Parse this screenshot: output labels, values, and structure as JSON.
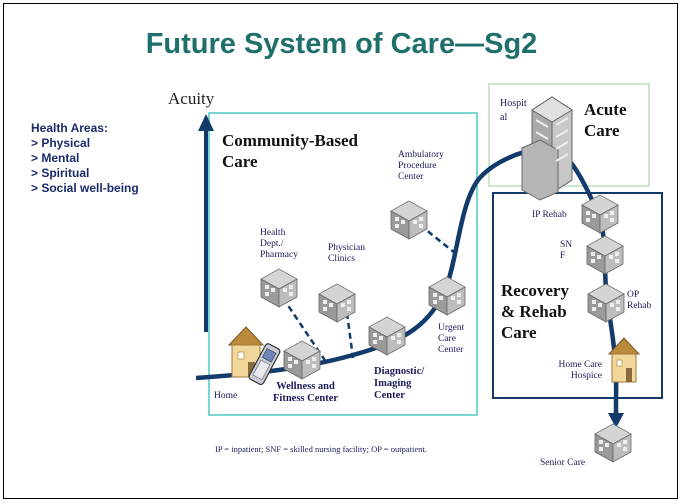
{
  "title": "Future System of Care—Sg2",
  "acuity_label": "Acuity",
  "health_areas": {
    "heading": "Health Areas:",
    "items": [
      "> Physical",
      "> Mental",
      "> Spiritual",
      "> Social well-being"
    ]
  },
  "boxes": {
    "community": [
      "Community-Based",
      "Care"
    ],
    "acute": [
      "Acute",
      "Care"
    ],
    "recovery": [
      "Recovery",
      "& Rehab",
      "Care"
    ]
  },
  "nodes": {
    "home": "Home",
    "wellness": [
      "Wellness and",
      "Fitness Center"
    ],
    "health_dept": [
      "Health",
      "Dept./",
      "Pharmacy"
    ],
    "physician": [
      "Physician",
      "Clinics"
    ],
    "ambulatory": [
      "Ambulatory",
      "Procedure",
      "Center"
    ],
    "diagnostic": [
      "Diagnostic/",
      "Imaging",
      "Center"
    ],
    "urgent": [
      "Urgent",
      "Care",
      "Center"
    ],
    "hospital": [
      "Hospit",
      "al"
    ],
    "ip_rehab": "IP Rehab",
    "snf": [
      "SN",
      "F"
    ],
    "op_rehab": [
      "OP",
      "Rehab"
    ],
    "home_care": [
      "Home Care",
      "Hospice"
    ],
    "senior_care": "Senior Care"
  },
  "footnote": "IP = inpatient; SNF = skilled nursing facility; OP = outpatient.",
  "colors": {
    "title": "#1f6f6a",
    "path": "#123a6a",
    "community_border": "#4fc9c4",
    "acute_border": "#b8dfb8",
    "recovery_border": "#123a6a"
  }
}
